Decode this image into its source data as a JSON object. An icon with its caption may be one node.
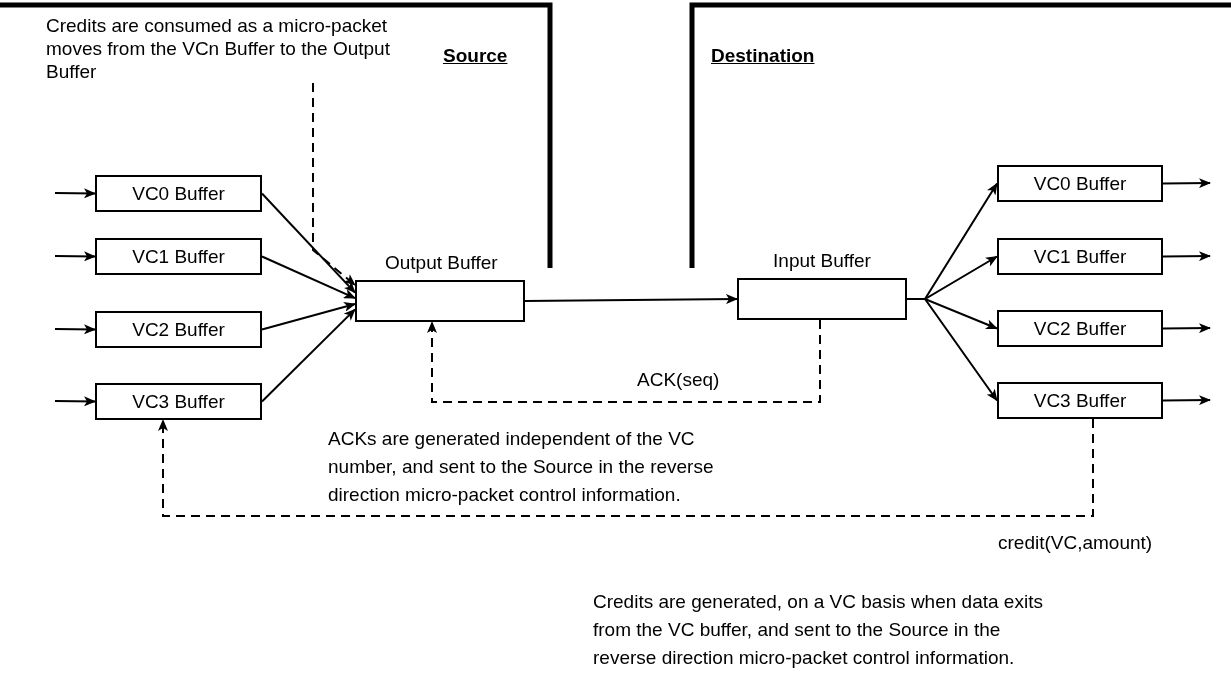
{
  "diagram": {
    "nodes": [
      {
        "text": [
          "Credits are consumed as a micro-packet moves from the VCn Buffer to the Output Buffer"
        ]
      },
      {
        "text": [
          "VC0 Buffer"
        ]
      },
      {
        "text": [
          "VC1 Buffer"
        ]
      },
      {
        "text": [
          "VC2 Buffer"
        ]
      },
      {
        "text": [
          "VC3 Buffer"
        ]
      },
      {
        "text": [
          "Output Buffer"
        ]
      },
      {
        "text": [
          "Input Buffer"
        ]
      },
      {
        "text": [
          "VC0 Buffer"
        ]
      },
      {
        "text": [
          "VC1 Buffer"
        ]
      },
      {
        "text": [
          "VC2 Buffer"
        ]
      },
      {
        "text": [
          "VC3 Buffer"
        ]
      }
    ],
    "edges": [
      {
        "from": null,
        "to": 1,
        "arrow": "to"
      },
      {
        "from": null,
        "to": 2,
        "arrow": "to"
      },
      {
        "from": null,
        "to": 3,
        "arrow": "to"
      },
      {
        "from": null,
        "to": 4,
        "arrow": "to"
      },
      {
        "from": 1,
        "to": 5,
        "arrow": "to"
      },
      {
        "from": 2,
        "to": 5,
        "arrow": "to"
      },
      {
        "from": 3,
        "to": 5,
        "arrow": "to"
      },
      {
        "from": 4,
        "to": 5,
        "arrow": "to"
      },
      {
        "from": 0,
        "to": 5,
        "arrow": "to",
        "style": "dashed"
      },
      {
        "from": 5,
        "to": 6,
        "arrow": "to"
      },
      {
        "from": 6,
        "to": 7,
        "arrow": "to"
      },
      {
        "from": 6,
        "to": 8,
        "arrow": "to"
      },
      {
        "from": 6,
        "to": 9,
        "arrow": "to"
      },
      {
        "from": 6,
        "to": 10,
        "arrow": "to"
      },
      {
        "from": 7,
        "to": null,
        "arrow": "to"
      },
      {
        "from": 8,
        "to": null,
        "arrow": "to"
      },
      {
        "from": 9,
        "to": null,
        "arrow": "to"
      },
      {
        "from": 10,
        "to": null,
        "arrow": "to"
      },
      {
        "from": 6,
        "to": 5,
        "arrow": "to",
        "style": "dashed",
        "label": "ACK(seq)"
      },
      {
        "from": 10,
        "to": 4,
        "arrow": "to",
        "style": "dashed",
        "label": "credit(VC,amount)"
      }
    ],
    "labels": [
      "Source",
      "Destination",
      "ACKs are generated independent of the VC number, and sent to the Source in the reverse direction micro-packet control information.",
      "Credits are generated, on a VC basis when data exits from the VC buffer, and sent to the Source in the reverse direction micro-packet control information."
    ]
  }
}
